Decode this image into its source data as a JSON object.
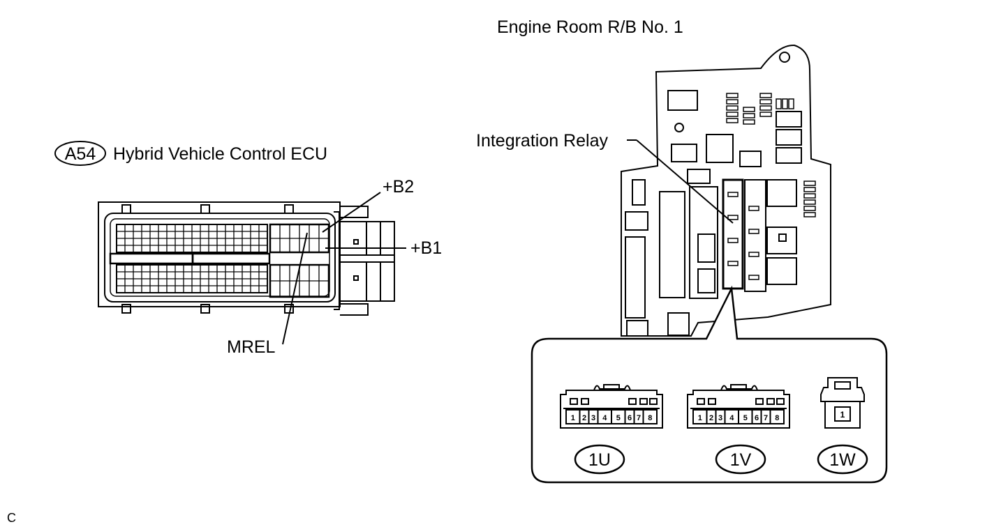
{
  "ecu": {
    "connector_code": "A54",
    "title": "Hybrid Vehicle Control ECU",
    "terminals": {
      "b2": "+B2",
      "b1": "+B1",
      "mrel": "MREL"
    }
  },
  "relay_block": {
    "title": "Engine Room R/B No. 1",
    "relay_label": "Integration Relay",
    "connectors": [
      {
        "code": "1U",
        "pins": [
          "1",
          "2",
          "3",
          "4",
          "5",
          "6",
          "7",
          "8"
        ]
      },
      {
        "code": "1V",
        "pins": [
          "1",
          "2",
          "3",
          "4",
          "5",
          "6",
          "7",
          "8"
        ]
      },
      {
        "code": "1W",
        "pins": [
          "1"
        ]
      }
    ]
  },
  "footer": {
    "code": "C"
  }
}
